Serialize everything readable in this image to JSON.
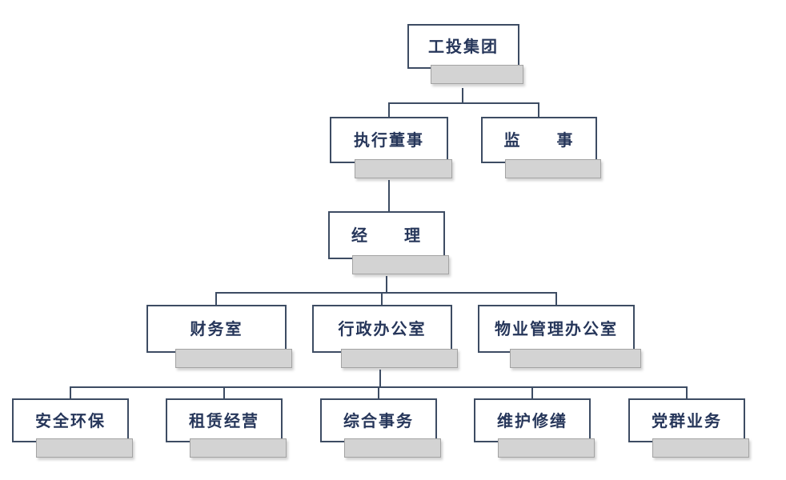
{
  "diagram": {
    "type": "org-chart",
    "nodes": {
      "root": {
        "label": "工投集团",
        "parent": null
      },
      "executive_director": {
        "label": "执行董事",
        "parent": "root"
      },
      "supervisor": {
        "label": "监　　事",
        "parent": "root"
      },
      "manager": {
        "label": "经　　理",
        "parent": "executive_director"
      },
      "finance_office": {
        "label": "财务室",
        "parent": "manager"
      },
      "admin_office": {
        "label": "行政办公室",
        "parent": "manager"
      },
      "property_mgmt_office": {
        "label": "物业管理办公室",
        "parent": "manager"
      },
      "safety_environment": {
        "label": "安全环保",
        "parent": "admin_office"
      },
      "leasing_operation": {
        "label": "租赁经营",
        "parent": "admin_office"
      },
      "general_affairs": {
        "label": "综合事务",
        "parent": "admin_office"
      },
      "maintenance_repair": {
        "label": "维护修缮",
        "parent": "admin_office"
      },
      "party_mass_affairs": {
        "label": "党群业务",
        "parent": "admin_office"
      }
    },
    "colors": {
      "box_border": "#3d4c63",
      "text": "#26365a",
      "bar_fill": "#d3d3d3",
      "bar_border": "#a3a3a3",
      "connector": "#3d4c63",
      "background": "#ffffff"
    }
  }
}
